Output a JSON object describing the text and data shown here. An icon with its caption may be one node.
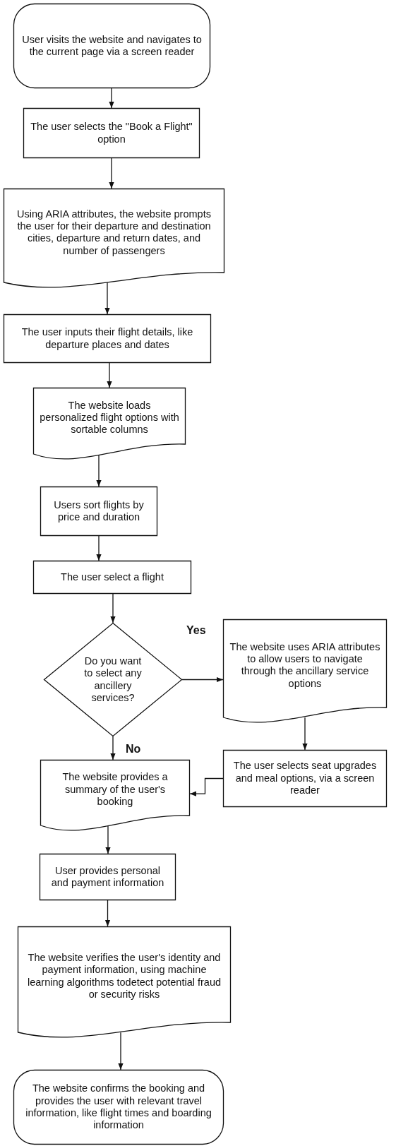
{
  "diagram": {
    "nodes": [
      {
        "text": [
          "User visits the website and navigates to the current page via a screen reader"
        ]
      },
      {
        "text": [
          "The user selects the \"Book a Flight\" option"
        ]
      },
      {
        "text": [
          "Using ARIA attributes, the website prompts the user for their departure and destination cities, departure and return dates, and number of passengers"
        ]
      },
      {
        "text": [
          "The user inputs their flight details, like departure places and dates"
        ]
      },
      {
        "text": [
          "The website loads personalized flight options with sortable columns"
        ]
      },
      {
        "text": [
          "Users sort flights by price and duration"
        ]
      },
      {
        "text": [
          "The user select a flight"
        ]
      },
      {
        "text": [
          "Do you want to select any ancillery services?"
        ]
      },
      {
        "text": [
          "The website uses ARIA attributes to allow users to navigate through the ancillary service options"
        ]
      },
      {
        "text": [
          "The user selects seat upgrades and meal options, via a screen reader"
        ]
      },
      {
        "text": [
          "The website provides a summary of the user's booking"
        ]
      },
      {
        "text": [
          "User provides personal and payment information"
        ]
      },
      {
        "text": [
          "The website verifies the user's identity and payment information, using machine learning algorithms todetect potential fraud or security risks"
        ]
      },
      {
        "text": [
          "The website confirms the booking and provides the user with relevant travel information, like flight times and boarding information"
        ]
      }
    ],
    "edges": [
      {
        "from": 0,
        "to": 1,
        "arrow": "to"
      },
      {
        "from": 1,
        "to": 2,
        "arrow": "to"
      },
      {
        "from": 2,
        "to": 3,
        "arrow": "to"
      },
      {
        "from": 3,
        "to": 4,
        "arrow": "to"
      },
      {
        "from": 4,
        "to": 5,
        "arrow": "to"
      },
      {
        "from": 5,
        "to": 6,
        "arrow": "to"
      },
      {
        "from": 6,
        "to": 7,
        "arrow": "to"
      },
      {
        "from": 7,
        "to": 8,
        "arrow": "to",
        "label": "Yes"
      },
      {
        "from": 7,
        "to": 10,
        "arrow": "to",
        "label": "No"
      },
      {
        "from": 8,
        "to": 9,
        "arrow": "to"
      },
      {
        "from": 9,
        "to": 10,
        "arrow": "to"
      },
      {
        "from": 10,
        "to": 11,
        "arrow": "to"
      },
      {
        "from": 11,
        "to": 12,
        "arrow": "to"
      },
      {
        "from": 12,
        "to": 13,
        "arrow": "to"
      }
    ]
  }
}
